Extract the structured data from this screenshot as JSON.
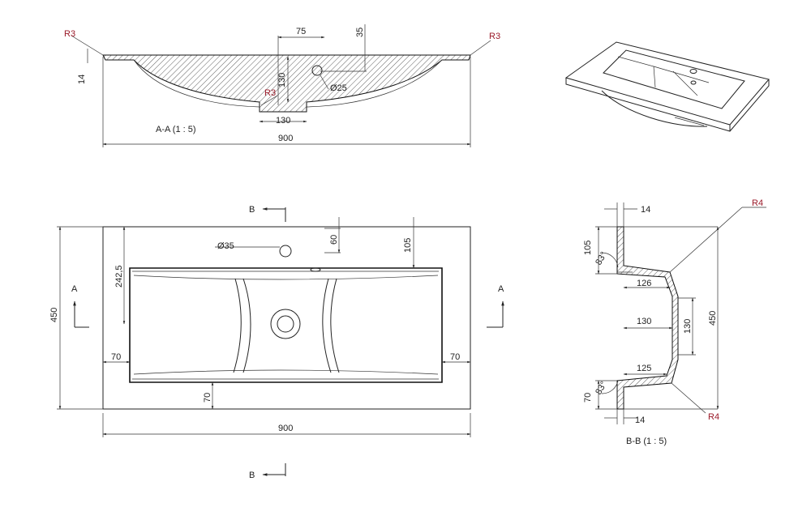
{
  "section_aa": {
    "title": "A-A  (1 : 5)",
    "radius_left": "R3",
    "radius_right": "R3",
    "radius_drain": "R3",
    "dim_14": "14",
    "dim_75": "75",
    "dim_35": "35",
    "dim_130_vertical": "130",
    "dim_dia25": "Ø25",
    "dim_130_horizontal": "130",
    "dim_900": "900"
  },
  "plan_view": {
    "dim_dia35": "Ø35",
    "dim_60": "60",
    "dim_105": "105",
    "dim_242_5": "242,5",
    "dim_450": "450",
    "dim_70_left": "70",
    "dim_70_right": "70",
    "dim_70_bottom": "70",
    "dim_900": "900",
    "section_a_left": "A",
    "section_a_right": "A",
    "section_b_top": "B",
    "section_b_bottom": "B"
  },
  "section_bb": {
    "title": "B-B  (1 : 5)",
    "dim_14_top": "14",
    "dim_14_bottom": "14",
    "radius_top": "R4",
    "radius_bottom": "R4",
    "dim_105": "105",
    "angle_top": "83°",
    "angle_bottom": "83°",
    "dim_126": "126",
    "dim_130_horizontal": "130",
    "dim_130_vertical": "130",
    "dim_125": "125",
    "dim_450": "450",
    "dim_70": "70"
  },
  "colors": {
    "line": "#222222",
    "radius_label": "#9b1b2a",
    "background": "#ffffff"
  }
}
